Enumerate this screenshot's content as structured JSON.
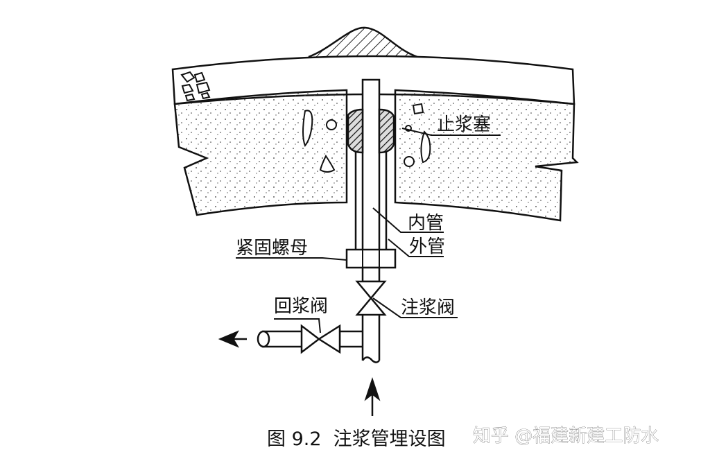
{
  "labels": {
    "stop_plug": "止浆塞",
    "inner_pipe": "内管",
    "outer_pipe": "外管",
    "fastening_nut": "紧固螺母",
    "return_valve": "回浆阀",
    "injection_valve": "注浆阀"
  },
  "caption": "图 9.2  注浆管埋设图",
  "watermark": "知乎 @福建新建工防水"
}
